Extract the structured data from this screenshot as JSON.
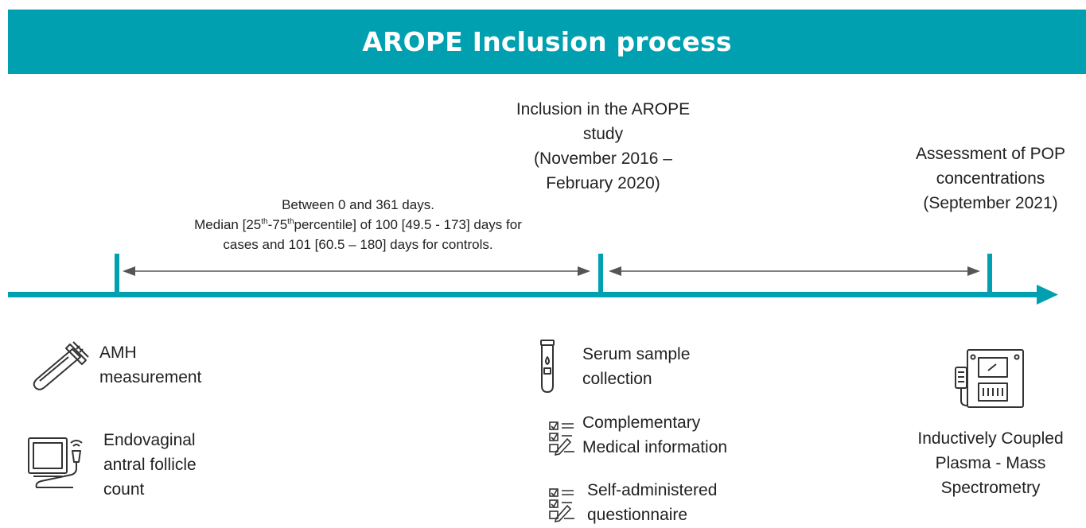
{
  "title": "AROPE Inclusion process",
  "inclusion": {
    "lines": [
      "Inclusion in the AROPE",
      "study",
      "(November 2016 –",
      "February 2020)"
    ]
  },
  "assessment": {
    "lines": [
      "Assessment of POP",
      "concentrations",
      "(September 2021)"
    ]
  },
  "interval": {
    "line1": "Between 0 and 361 days.",
    "line2_prefix": "Median [25",
    "sup1": "th",
    "line2_mid": "-75",
    "sup2": "th",
    "line2_suffix": "percentile] of 100 [49.5 - 173] days for",
    "line3": "cases and 101 [60.5 – 180] days for controls."
  },
  "items": {
    "amh": [
      "AMH",
      "measurement"
    ],
    "endovaginal": [
      "Endovaginal",
      "antral follicle",
      "count"
    ],
    "serum": [
      "Serum sample",
      "collection"
    ],
    "complementary": [
      "Complementary",
      "Medical information"
    ],
    "self": [
      "Self-administered",
      "questionnaire"
    ],
    "icpms": [
      "Inductively Coupled",
      "Plasma - Mass",
      "Spectrometry"
    ]
  },
  "colors": {
    "accent": "#00a0b0",
    "arrow": "#555555",
    "icon": "#333333"
  },
  "icons": [
    "test-tube-icon",
    "ultrasound-monitor-icon",
    "blood-tube-icon",
    "checklist-icon",
    "checklist-icon",
    "mass-spectrometer-icon"
  ]
}
